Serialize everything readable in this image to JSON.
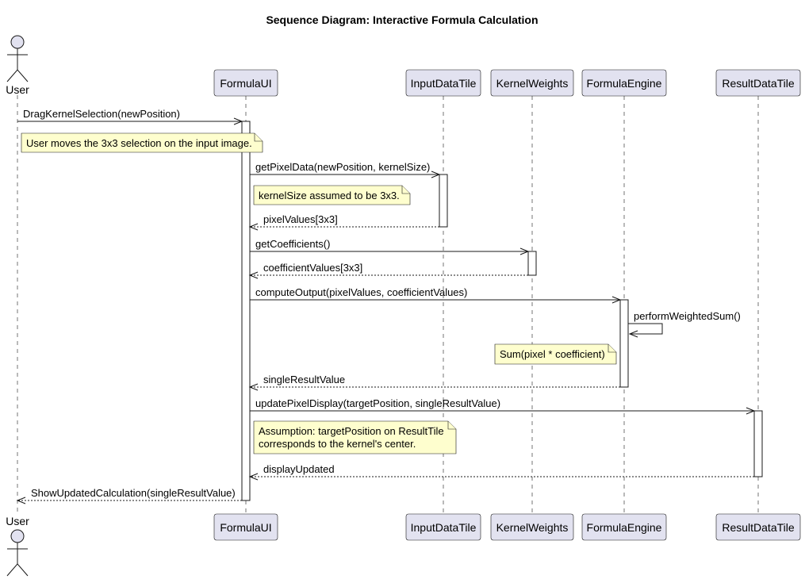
{
  "title": "Sequence Diagram: Interactive Formula Calculation",
  "actor": {
    "name": "User"
  },
  "participants": [
    {
      "id": "FormulaUI",
      "label": "FormulaUI"
    },
    {
      "id": "InputDataTile",
      "label": "InputDataTile"
    },
    {
      "id": "KernelWeights",
      "label": "KernelWeights"
    },
    {
      "id": "FormulaEngine",
      "label": "FormulaEngine"
    },
    {
      "id": "ResultDataTile",
      "label": "ResultDataTile"
    }
  ],
  "messages": [
    {
      "from": "User",
      "to": "FormulaUI",
      "label": "DragKernelSelection(newPosition)",
      "style": "solid"
    },
    {
      "from": "FormulaUI",
      "to": "InputDataTile",
      "label": "getPixelData(newPosition, kernelSize)",
      "style": "solid"
    },
    {
      "from": "InputDataTile",
      "to": "FormulaUI",
      "label": "pixelValues[3x3]",
      "style": "dashed"
    },
    {
      "from": "FormulaUI",
      "to": "KernelWeights",
      "label": "getCoefficients()",
      "style": "solid"
    },
    {
      "from": "KernelWeights",
      "to": "FormulaUI",
      "label": "coefficientValues[3x3]",
      "style": "dashed"
    },
    {
      "from": "FormulaUI",
      "to": "FormulaEngine",
      "label": "computeOutput(pixelValues, coefficientValues)",
      "style": "solid"
    },
    {
      "from": "FormulaEngine",
      "to": "FormulaEngine",
      "label": "performWeightedSum()",
      "style": "self"
    },
    {
      "from": "FormulaEngine",
      "to": "FormulaUI",
      "label": "singleResultValue",
      "style": "dashed"
    },
    {
      "from": "FormulaUI",
      "to": "ResultDataTile",
      "label": "updatePixelDisplay(targetPosition, singleResultValue)",
      "style": "solid"
    },
    {
      "from": "ResultDataTile",
      "to": "FormulaUI",
      "label": "displayUpdated",
      "style": "dashed"
    },
    {
      "from": "FormulaUI",
      "to": "User",
      "label": "ShowUpdatedCalculation(singleResultValue)",
      "style": "dashed"
    }
  ],
  "notes": [
    {
      "lines": [
        "User moves the 3x3 selection on the input image."
      ]
    },
    {
      "lines": [
        "kernelSize assumed to be 3x3."
      ]
    },
    {
      "lines": [
        "Sum(pixel * coefficient)"
      ]
    },
    {
      "lines": [
        "Assumption: targetPosition on ResultTile",
        "corresponds to the kernel's center."
      ]
    }
  ],
  "colors": {
    "participant_fill": "#e2e2f0",
    "note_fill": "#fefece",
    "line": "#181818"
  }
}
